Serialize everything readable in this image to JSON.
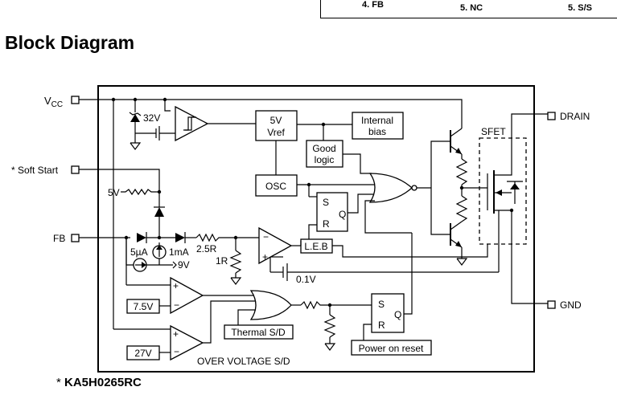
{
  "top_pins": {
    "fb": "4. FB",
    "nc": "5. NC",
    "ss": "5. S/S"
  },
  "title": "Block Diagram",
  "pins": {
    "vcc_main": "V",
    "vcc_sub": "CC",
    "soft_start": "* Soft Start",
    "fb": "FB",
    "drain": "DRAIN",
    "gnd": "GND"
  },
  "blocks": {
    "vref_line1": "5V",
    "vref_line2": "Vref",
    "internal_bias_line1": "Internal",
    "internal_bias_line2": "bias",
    "good_logic_line1": "Good",
    "good_logic_line2": "logic",
    "osc": "OSC",
    "leb": "L.E.B",
    "thermal": "Thermal S/D",
    "por": "Power on reset",
    "sfet": "SFET",
    "ref_7v5": "7.5V",
    "ref_27v": "27V",
    "ovp": "OVER VOLTAGE S/D"
  },
  "labels": {
    "zener": "32V",
    "v5": "5V",
    "i5u": "5µA",
    "i1m": "1mA",
    "r25": "2.5R",
    "r1": "1R",
    "v9": "9V",
    "v01": "0.1V",
    "s1": "S",
    "r_1": "R",
    "q1": "Q",
    "s2": "S",
    "r_2": "R",
    "q2": "Q",
    "plus": "+",
    "minus": "−"
  },
  "footnote": {
    "star": "* ",
    "part": "KA5H0265RC"
  }
}
